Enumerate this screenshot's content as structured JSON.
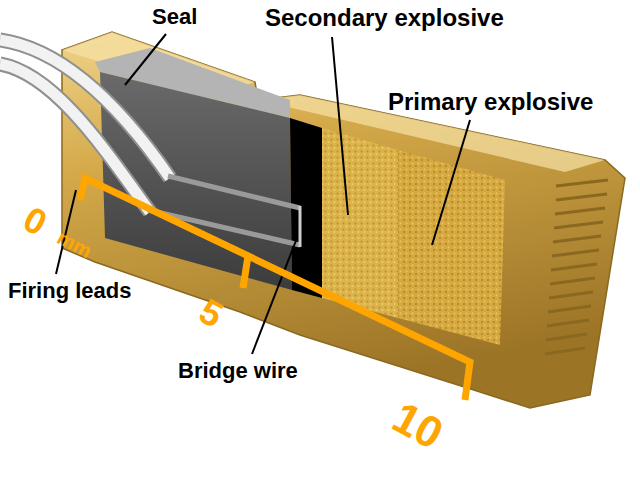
{
  "diagram": {
    "labels": [
      "Seal",
      "Secondary explosive",
      "Primary explosive",
      "Firing leads",
      "Bridge wire",
      "0",
      "mm",
      "5",
      "10"
    ]
  }
}
